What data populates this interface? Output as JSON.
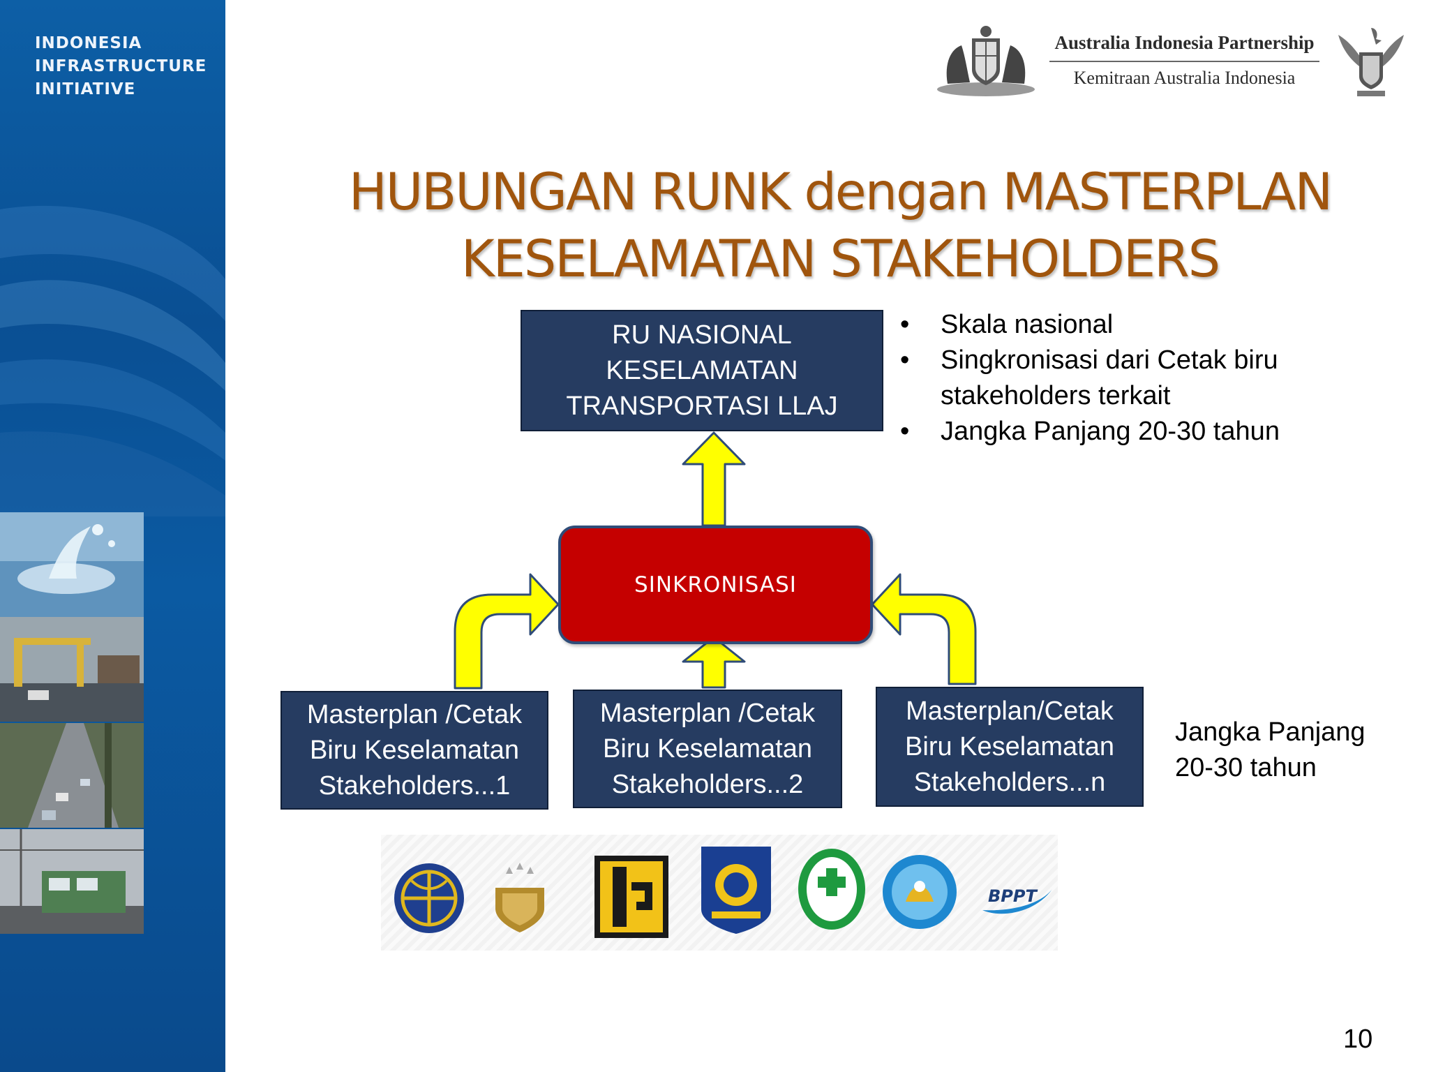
{
  "sidebar": {
    "title_lines": [
      "INDONESIA",
      "INFRASTRUCTURE",
      "INITIATIVE"
    ]
  },
  "header": {
    "partnership_en": "Australia Indonesia Partnership",
    "partnership_id": "Kemitraan Australia Indonesia"
  },
  "title": {
    "line1": "HUBUNGAN RUNK dengan MASTERPLAN",
    "line2": "KESELAMATAN STAKEHOLDERS"
  },
  "diagram": {
    "top_box": [
      "RU NASIONAL",
      "KESELAMATAN",
      "TRANSPORTASI LLAJ"
    ],
    "sync_label": "SINKRONISASI",
    "stakeholders": [
      [
        "Masterplan /Cetak",
        "Biru Keselamatan",
        "Stakeholders...1"
      ],
      [
        "Masterplan /Cetak",
        "Biru Keselamatan",
        "Stakeholders...2"
      ],
      [
        "Masterplan/Cetak",
        "Biru Keselamatan",
        "Stakeholders...n"
      ]
    ],
    "arrow_color": "#ffff00",
    "box_color": "#263c61",
    "sync_color": "#c50000"
  },
  "bullets": [
    {
      "marker": "•",
      "lines": [
        "Skala nasional"
      ]
    },
    {
      "marker": "•",
      "lines": [
        "Singkronisasi dari Cetak biru",
        "stakeholders terkait"
      ]
    },
    {
      "marker": "•",
      "lines": [
        "Jangka Panjang 20-30 tahun"
      ]
    }
  ],
  "side_note": [
    "Jangka Panjang",
    "20-30 tahun"
  ],
  "logos": {
    "bppt_text": "BPPT",
    "items": [
      "perhubungan-logo",
      "polri-logo",
      "pu-logo",
      "dalam-negeri-logo",
      "bakti-husada-logo",
      "pendidikan-logo",
      "bppt-logo"
    ]
  },
  "page_number": "10",
  "colors": {
    "title": "#a0550d",
    "sidebar": "#0b5aa2"
  }
}
